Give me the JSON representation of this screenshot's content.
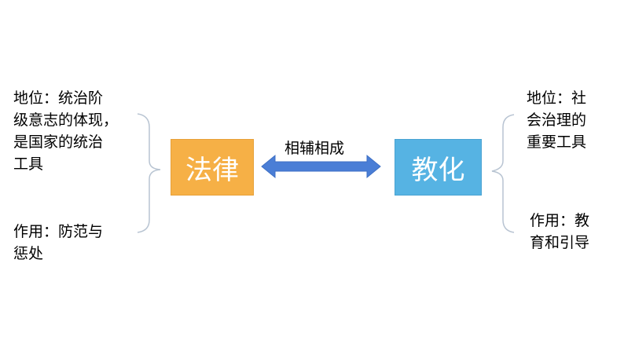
{
  "left": {
    "position_text": "地位：统治阶\n级意志的体现，\n是国家的统治\n工具",
    "function_text": "作用：防范与\n惩处"
  },
  "law_box": {
    "label": "法律"
  },
  "edu_box": {
    "label": "教化"
  },
  "arrow": {
    "label": "相辅相成",
    "color": "#4a7ed6"
  },
  "right": {
    "position_text": "地位：社\n会治理的\n重要工具",
    "function_text": "作用：教\n育和引导"
  },
  "colors": {
    "law": "#f6b046",
    "edu": "#56b3e3",
    "bracket": "#b8c4d2"
  }
}
